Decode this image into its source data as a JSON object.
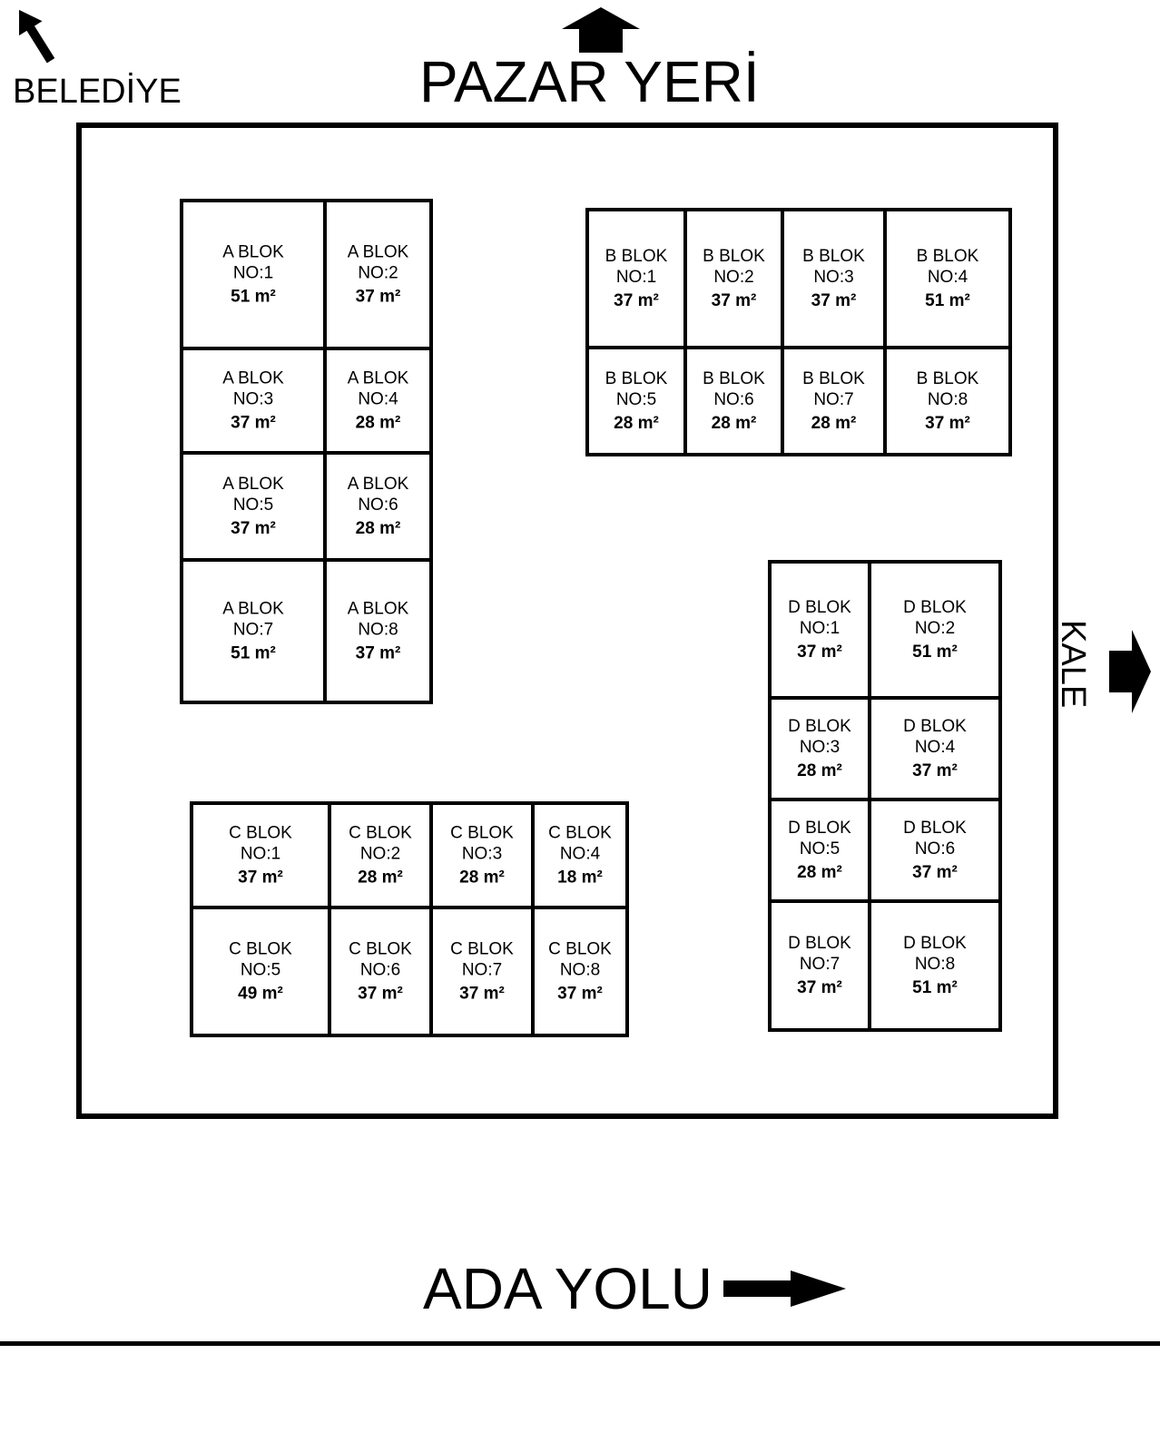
{
  "labels": {
    "belediye": "BELEDİYE",
    "pazar_yeri": "PAZAR YERİ",
    "kale": "KALE",
    "ada_yolu": "ADA YOLU"
  },
  "icons": {
    "belediye": "arrow-up-left-icon",
    "pazar_yeri": "arrow-up-icon",
    "kale": "arrow-right-icon",
    "ada_yolu": "arrow-right-long-icon"
  },
  "colors": {
    "line": "#000000",
    "background": "#ffffff"
  },
  "blocks": [
    {
      "id": "a",
      "cells": [
        {
          "block": "A BLOK",
          "no": "NO:1",
          "area": "51 m²"
        },
        {
          "block": "A BLOK",
          "no": "NO:2",
          "area": "37 m²"
        },
        {
          "block": "A BLOK",
          "no": "NO:3",
          "area": "37 m²"
        },
        {
          "block": "A BLOK",
          "no": "NO:4",
          "area": "28 m²"
        },
        {
          "block": "A BLOK",
          "no": "NO:5",
          "area": "37 m²"
        },
        {
          "block": "A BLOK",
          "no": "NO:6",
          "area": "28 m²"
        },
        {
          "block": "A BLOK",
          "no": "NO:7",
          "area": "51 m²"
        },
        {
          "block": "A BLOK",
          "no": "NO:8",
          "area": "37 m²"
        }
      ]
    },
    {
      "id": "b",
      "cells": [
        {
          "block": "B BLOK",
          "no": "NO:1",
          "area": "37 m²"
        },
        {
          "block": "B BLOK",
          "no": "NO:2",
          "area": "37 m²"
        },
        {
          "block": "B BLOK",
          "no": "NO:3",
          "area": "37 m²"
        },
        {
          "block": "B BLOK",
          "no": "NO:4",
          "area": "51 m²"
        },
        {
          "block": "B BLOK",
          "no": "NO:5",
          "area": "28 m²"
        },
        {
          "block": "B BLOK",
          "no": "NO:6",
          "area": "28 m²"
        },
        {
          "block": "B BLOK",
          "no": "NO:7",
          "area": "28 m²"
        },
        {
          "block": "B BLOK",
          "no": "NO:8",
          "area": "37 m²"
        }
      ]
    },
    {
      "id": "c",
      "cells": [
        {
          "block": "C BLOK",
          "no": "NO:1",
          "area": "37 m²"
        },
        {
          "block": "C BLOK",
          "no": "NO:2",
          "area": "28 m²"
        },
        {
          "block": "C BLOK",
          "no": "NO:3",
          "area": "28 m²"
        },
        {
          "block": "C BLOK",
          "no": "NO:4",
          "area": "18 m²"
        },
        {
          "block": "C BLOK",
          "no": "NO:5",
          "area": "49 m²"
        },
        {
          "block": "C BLOK",
          "no": "NO:6",
          "area": "37 m²"
        },
        {
          "block": "C BLOK",
          "no": "NO:7",
          "area": "37 m²"
        },
        {
          "block": "C BLOK",
          "no": "NO:8",
          "area": "37 m²"
        }
      ]
    },
    {
      "id": "d",
      "cells": [
        {
          "block": "D BLOK",
          "no": "NO:1",
          "area": "37 m²"
        },
        {
          "block": "D BLOK",
          "no": "NO:2",
          "area": "51 m²"
        },
        {
          "block": "D BLOK",
          "no": "NO:3",
          "area": "28 m²"
        },
        {
          "block": "D BLOK",
          "no": "NO:4",
          "area": "37 m²"
        },
        {
          "block": "D BLOK",
          "no": "NO:5",
          "area": "28 m²"
        },
        {
          "block": "D BLOK",
          "no": "NO:6",
          "area": "37 m²"
        },
        {
          "block": "D BLOK",
          "no": "NO:7",
          "area": "37 m²"
        },
        {
          "block": "D BLOK",
          "no": "NO:8",
          "area": "51 m²"
        }
      ]
    }
  ]
}
